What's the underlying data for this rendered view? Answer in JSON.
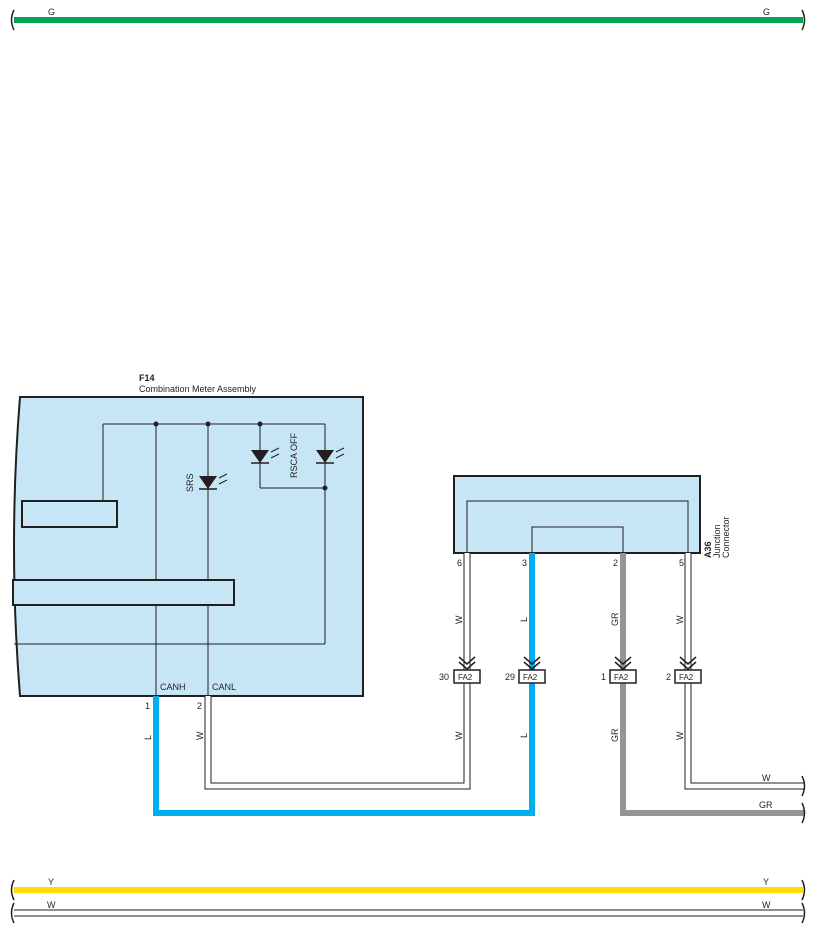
{
  "top_bus": {
    "left_label": "G",
    "right_label": "G",
    "color": "#00a651"
  },
  "bottom_bus_y": {
    "left_label": "Y",
    "right_label": "Y",
    "color": "#ffdd00"
  },
  "bottom_bus_w": {
    "left_label": "W",
    "right_label": "W",
    "color": "#ffffff"
  },
  "meter": {
    "code": "F14",
    "name": "Combination Meter Assembly",
    "fill": "#c6e6f6",
    "pin1": "1",
    "pin2": "2",
    "canh": "CANH",
    "canl": "CANL",
    "led_srs": "SRS",
    "led_rsca": "RSCA OFF"
  },
  "junction": {
    "code": "A36",
    "name_line1": "Junction",
    "name_line2": "Connector",
    "pins": [
      "6",
      "3",
      "2",
      "5"
    ],
    "wire_colors": [
      "W",
      "L",
      "GR",
      "W"
    ]
  },
  "fa2": {
    "connector": "FA2",
    "pins": [
      "30",
      "29",
      "1",
      "2"
    ],
    "wire_colors": [
      "W",
      "L",
      "GR",
      "W"
    ]
  },
  "meter_wires": {
    "pin1_color": "L",
    "pin2_color": "W"
  },
  "exits": {
    "w_label": "W",
    "gr_label": "GR"
  },
  "colors": {
    "blue": "#00aeef",
    "gray": "#939598",
    "white": "#ffffff",
    "outline": "#231f20"
  }
}
